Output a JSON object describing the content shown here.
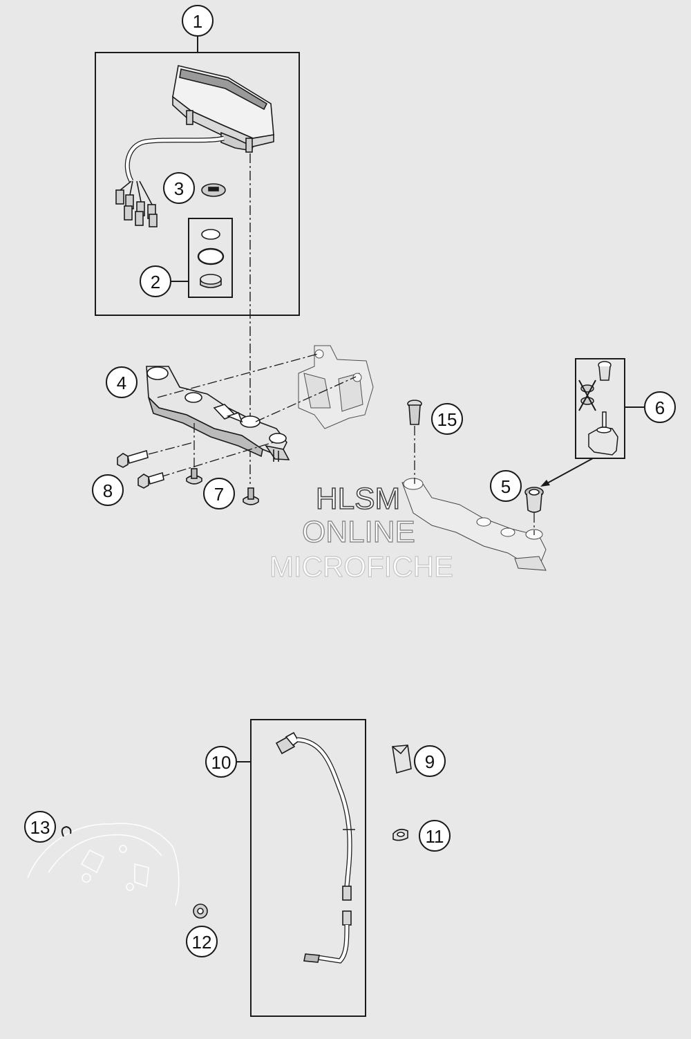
{
  "callouts": {
    "c1": "1",
    "c2": "2",
    "c3": "3",
    "c4": "4",
    "c5": "5",
    "c6": "6",
    "c7": "7",
    "c8": "8",
    "c9": "9",
    "c10": "10",
    "c11": "11",
    "c12": "12",
    "c13": "13",
    "c15": "15"
  },
  "watermark": {
    "line1": "HLSM",
    "line2": "ONLINE",
    "line3": "MICROFICHE"
  },
  "colors": {
    "background": "#e8e8e8",
    "line": "#1a1a1a",
    "part_fill": "#ffffff",
    "part_shade": "#c8c8c8",
    "ghost_line": "#ffffff"
  }
}
